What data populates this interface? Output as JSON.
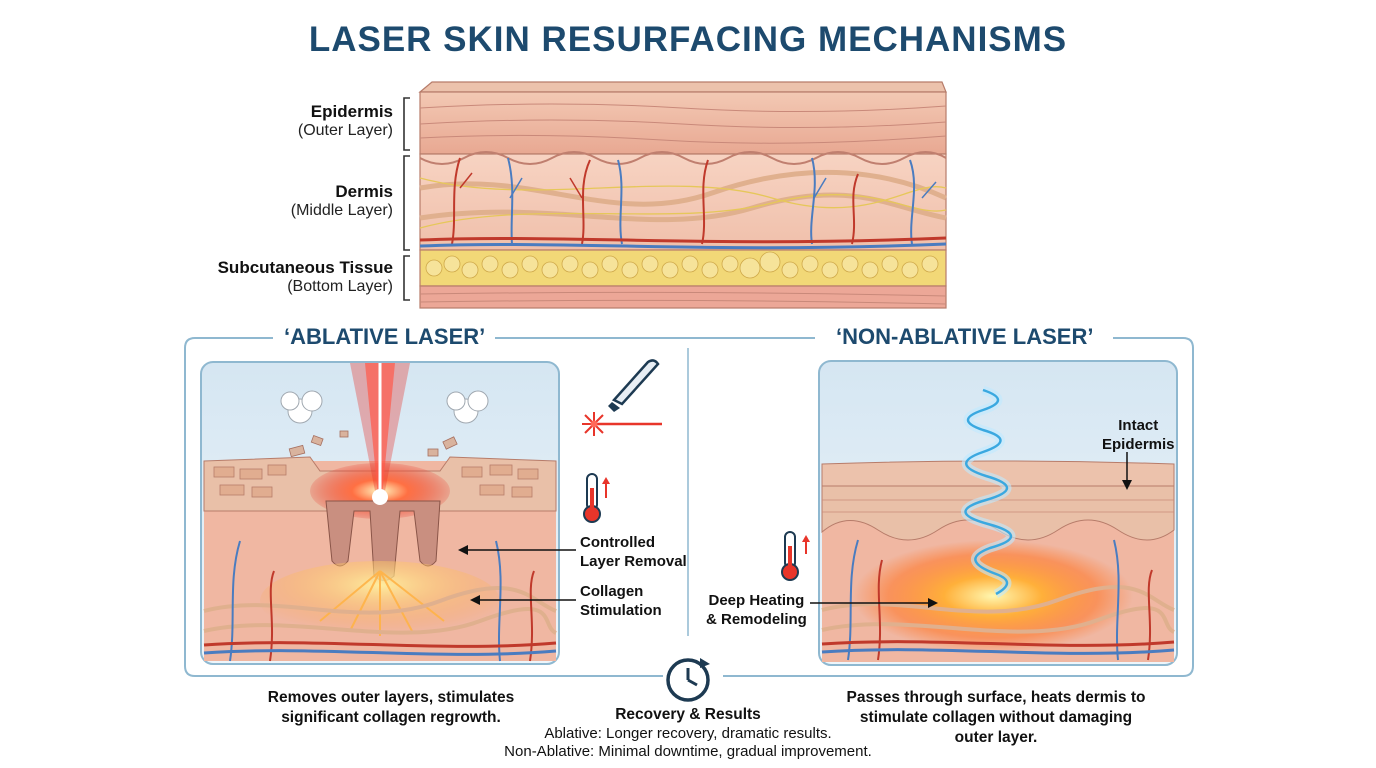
{
  "title": "LASER SKIN RESURFACING MECHANISMS",
  "layers": [
    {
      "name": "Epidermis",
      "detail": "(Outer Layer)"
    },
    {
      "name": "Dermis",
      "detail": "(Middle Layer)"
    },
    {
      "name": "Subcutaneous Tissue",
      "detail": "(Bottom Layer)"
    }
  ],
  "ablative": {
    "title": "‘ABLATIVE LASER’",
    "callout_removal": "Controlled\nLayer Removal",
    "callout_collagen": "Collagen\nStimulation",
    "description": "Removes outer layers, stimulates\nsignificant collagen regrowth."
  },
  "non_ablative": {
    "title": "‘NON-ABLATIVE LASER’",
    "callout_epidermis": "Intact\nEpidermis",
    "callout_heating": "Deep Heating\n& Remodeling",
    "description": "Passes through surface, heats dermis to\nstimulate collagen without damaging\nouter layer."
  },
  "recovery": {
    "title": "Recovery & Results",
    "ablative_line": "Ablative: Longer recovery, dramatic results.",
    "non_ablative_line": "Non-Ablative: Minimal downtime, gradual improvement."
  },
  "colors": {
    "title": "#1d4a6e",
    "frame": "#8fb8d0",
    "skin": "#f0b7a2",
    "epidermis": "#e9c0a8",
    "fat": "#f2d877",
    "laser_red": "#e8352a",
    "heat_orange": "#ff9a2e",
    "wave_blue": "#5ec8f0"
  },
  "icons": [
    "laser-handpiece-icon",
    "thermometer-icon",
    "clock-icon"
  ]
}
